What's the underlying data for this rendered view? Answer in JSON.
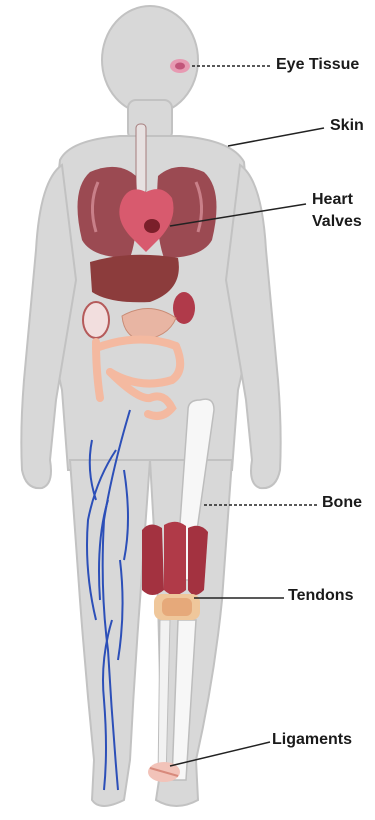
{
  "labels": {
    "eye_tissue": "Eye Tissue",
    "skin": "Skin",
    "heart_valves_line1": "Heart",
    "heart_valves_line2": "Valves",
    "bone": "Bone",
    "tendons": "Tendons",
    "ligaments": "Ligaments"
  },
  "colors": {
    "body": "#d6d6d6",
    "body_outline": "#bdbdbd",
    "lungs": "#9b4a52",
    "heart": "#d85a6e",
    "liver": "#8c3c3c",
    "intestine": "#f4b9a0",
    "veins": "#2c4fb8",
    "bone": "#f7f7f7",
    "muscle": "#a33240",
    "leader_line": "#222222"
  }
}
